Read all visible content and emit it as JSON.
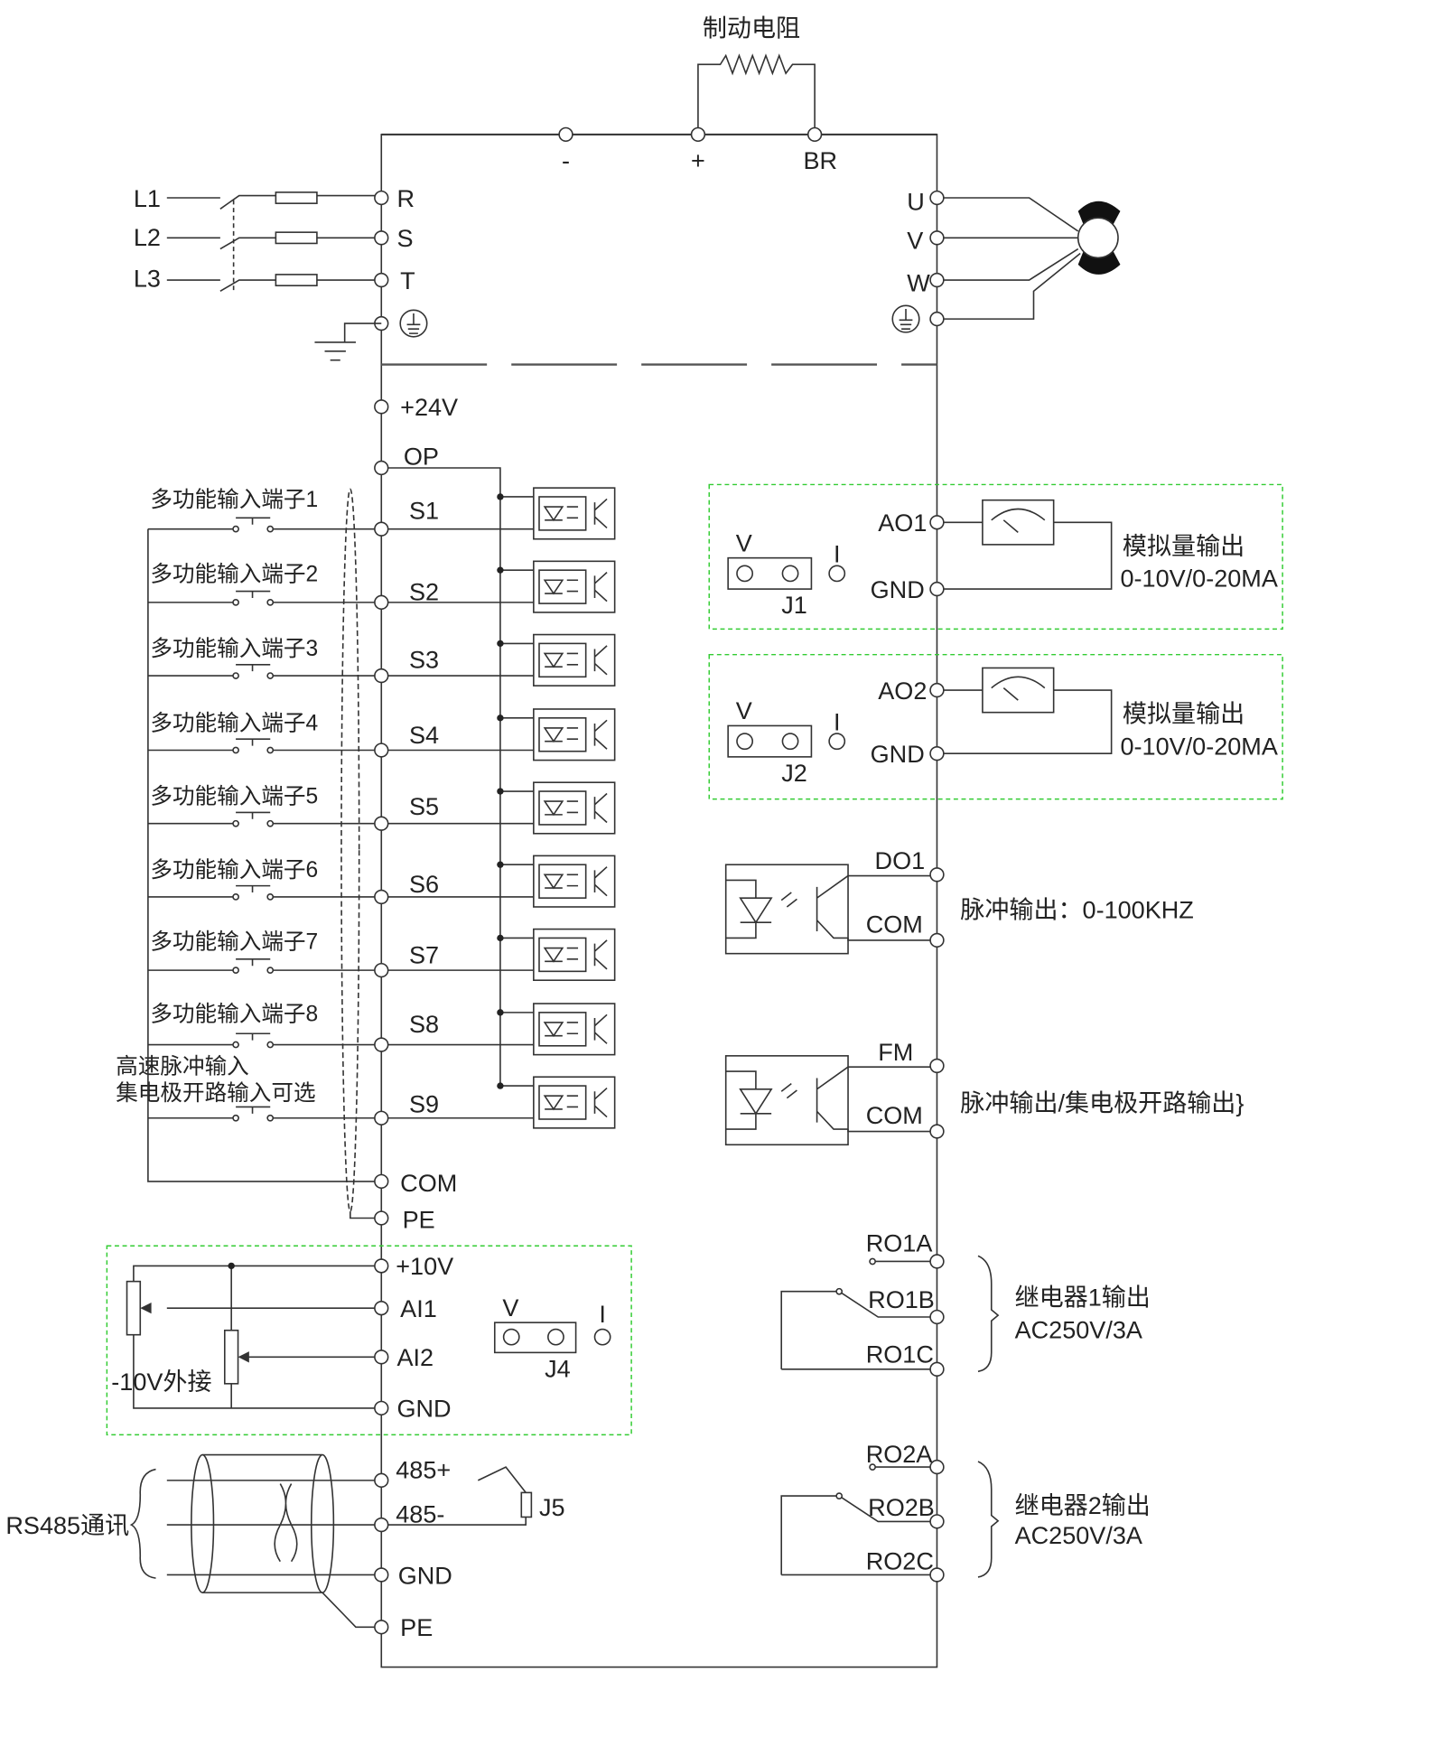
{
  "brake": {
    "title": "制动电阻",
    "minus": "-",
    "plus": "+",
    "br": "BR"
  },
  "power": {
    "l1": "L1",
    "l2": "L2",
    "l3": "L3",
    "r": "R",
    "s": "S",
    "t": "T",
    "u": "U",
    "v": "V",
    "w": "W"
  },
  "control": {
    "v24": "+24V",
    "op": "OP",
    "com": "COM",
    "pe": "PE"
  },
  "inputs": [
    {
      "label": "多功能输入端子1",
      "terminal": "S1"
    },
    {
      "label": "多功能输入端子2",
      "terminal": "S2"
    },
    {
      "label": "多功能输入端子3",
      "terminal": "S3"
    },
    {
      "label": "多功能输入端子4",
      "terminal": "S4"
    },
    {
      "label": "多功能输入端子5",
      "terminal": "S5"
    },
    {
      "label": "多功能输入端子6",
      "terminal": "S6"
    },
    {
      "label": "多功能输入端子7",
      "terminal": "S7"
    },
    {
      "label": "多功能输入端子8",
      "terminal": "S8"
    },
    {
      "label": "",
      "terminal": "S9"
    }
  ],
  "s9_note": [
    "高速脉冲输入",
    "集电极开路输入可选"
  ],
  "ao1": {
    "terminal": "AO1",
    "gnd": "GND",
    "desc": "模拟量输出",
    "range": "0-10V/0-20MA",
    "v": "V",
    "i": "I",
    "jumper": "J1"
  },
  "ao2": {
    "terminal": "AO2",
    "gnd": "GND",
    "desc": "模拟量输出",
    "range": "0-10V/0-20MA",
    "v": "V",
    "i": "I",
    "jumper": "J2"
  },
  "do1": {
    "terminal": "DO1",
    "com": "COM",
    "desc": "脉冲输出：0-100KHZ"
  },
  "fm": {
    "terminal": "FM",
    "com": "COM",
    "desc": "脉冲输出/集电极开路输出}"
  },
  "relay1": {
    "a": "RO1A",
    "b": "RO1B",
    "c": "RO1C",
    "desc": "继电器1输出",
    "rating": "AC250V/3A"
  },
  "relay2": {
    "a": "RO2A",
    "b": "RO2B",
    "c": "RO2C",
    "desc": "继电器2输出",
    "rating": "AC250V/3A"
  },
  "analog_in": {
    "v10": "+10V",
    "ai1": "AI1",
    "ai2": "AI2",
    "gnd": "GND",
    "ext": "-10V外接",
    "v": "V",
    "i": "I",
    "jumper": "J4"
  },
  "rs485": {
    "label": "RS485通讯",
    "p": "485+",
    "n": "485-",
    "gnd": "GND",
    "pe": "PE",
    "jumper": "J5"
  }
}
